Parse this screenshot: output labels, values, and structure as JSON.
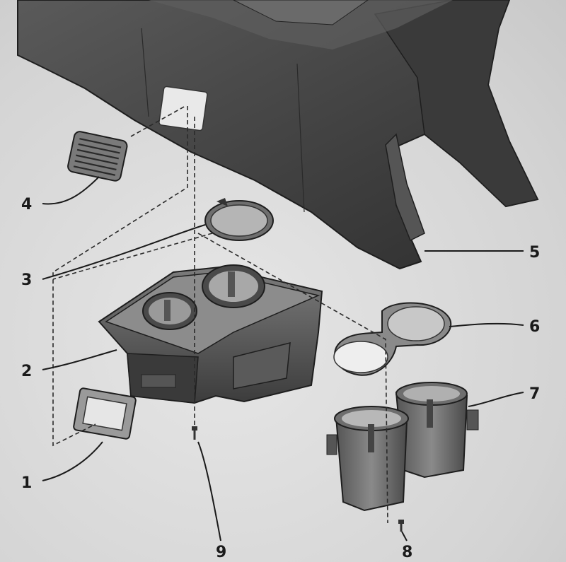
{
  "callouts": [
    {
      "id": "1",
      "label": "1"
    },
    {
      "id": "2",
      "label": "2"
    },
    {
      "id": "3",
      "label": "3"
    },
    {
      "id": "4",
      "label": "4"
    },
    {
      "id": "5",
      "label": "5"
    },
    {
      "id": "6",
      "label": "6"
    },
    {
      "id": "7",
      "label": "7"
    },
    {
      "id": "8",
      "label": "8"
    },
    {
      "id": "9",
      "label": "9"
    }
  ],
  "colors": {
    "background": "#d9d9d9",
    "console_dark": "#4a4a4a",
    "console_mid": "#6a6a6a",
    "part_light": "#9a9a9a",
    "ink": "#1a1a1a"
  }
}
